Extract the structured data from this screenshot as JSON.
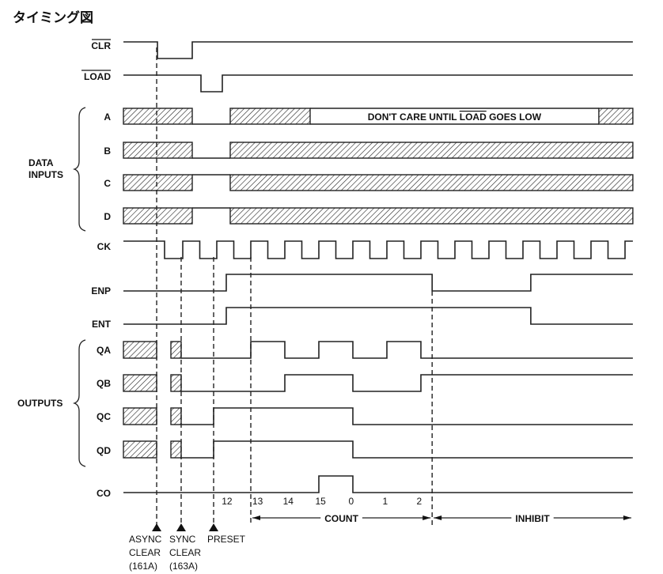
{
  "title": "タイミング図",
  "time_range": [
    -1.744,
    13.23
  ],
  "labels": {
    "clr": "CLR",
    "load": "LOAD",
    "a": "A",
    "b": "B",
    "c": "C",
    "d": "D",
    "ck": "CK",
    "enp": "ENP",
    "ent": "ENT",
    "qa": "QA",
    "qb": "QB",
    "qc": "QC",
    "qd": "QD",
    "co": "CO",
    "data_inputs_1": "DATA",
    "data_inputs_2": "INPUTS",
    "outputs": "OUTPUTS"
  },
  "dont_care": {
    "prefix": "DON'T CARE UNTIL",
    "load": "LOAD",
    "suffix": "GOES LOW"
  },
  "waveforms": {
    "clr": {
      "start": -1.744,
      "level": 1,
      "edges": [
        -0.744,
        0.279
      ]
    },
    "load": {
      "start": -1.744,
      "level": 1,
      "edges": [
        0.535,
        1.163
      ]
    },
    "ck": {
      "start": -1.744,
      "level": 1,
      "edges": [
        -0.535,
        0,
        0.5,
        1,
        1.5,
        2,
        2.5,
        3,
        3.5,
        4,
        4.5,
        5,
        5.5,
        6,
        6.5,
        7,
        7.5,
        8,
        8.5,
        9,
        9.5,
        10,
        10.5,
        11,
        11.5,
        12,
        12.5,
        13
      ]
    },
    "enp": {
      "start": -1.744,
      "level": 0,
      "edges": [
        1.279,
        7.33,
        10.23
      ]
    },
    "ent": {
      "start": -1.744,
      "level": 0,
      "edges": [
        1.279,
        10.23
      ]
    },
    "qa": {
      "start": -0.047,
      "level": 0,
      "edges": [
        2,
        3,
        4,
        5,
        6,
        7
      ]
    },
    "qb": {
      "start": -0.047,
      "level": 0,
      "edges": [
        3,
        5,
        7
      ]
    },
    "qc": {
      "start": -0.047,
      "level": 0,
      "edges": [
        0.907,
        5
      ]
    },
    "qd": {
      "start": -0.047,
      "level": 0,
      "edges": [
        0.907,
        5
      ]
    },
    "co": {
      "start": -1.744,
      "level": 0,
      "edges": [
        4,
        5
      ]
    }
  },
  "data_inputs": {
    "a": {
      "hatch": [
        [
          -1.744,
          0.279
        ],
        [
          1.395,
          3.744
        ],
        [
          12.23,
          13.23
        ]
      ],
      "gap_level": 0,
      "dont_care": [
        3.744,
        12.23
      ]
    },
    "b": {
      "hatch": [
        [
          -1.744,
          0.279
        ],
        [
          1.395,
          13.23
        ]
      ],
      "gap_level": 0
    },
    "c": {
      "hatch": [
        [
          -1.744,
          0.279
        ],
        [
          1.395,
          13.23
        ]
      ],
      "gap_level": 1
    },
    "d": {
      "hatch": [
        [
          -1.744,
          0.279
        ],
        [
          1.395,
          13.23
        ]
      ],
      "gap_level": 1
    }
  },
  "output_hatch": [
    [
      -1.744,
      -0.767
    ],
    [
      -0.349,
      -0.047
    ]
  ],
  "markers": [
    {
      "t": -0.767,
      "lines": [
        "ASYNC",
        "CLEAR",
        "(161A)"
      ]
    },
    {
      "t": -0.047,
      "lines": [
        "SYNC",
        "CLEAR",
        "(163A)"
      ]
    },
    {
      "t": 0.907,
      "lines": [
        "PRESET"
      ]
    }
  ],
  "count_labels": [
    {
      "t": 1.3,
      "label": "12"
    },
    {
      "t": 2.2,
      "label": "13"
    },
    {
      "t": 3.1,
      "label": "14"
    },
    {
      "t": 4.05,
      "label": "15"
    },
    {
      "t": 4.95,
      "label": "0"
    },
    {
      "t": 5.95,
      "label": "1"
    },
    {
      "t": 6.95,
      "label": "2"
    }
  ],
  "phases": {
    "count": "COUNT",
    "inhibit": "INHIBIT",
    "count_range": [
      2,
      7.33
    ],
    "inhibit_range": [
      7.33,
      13.23
    ]
  }
}
